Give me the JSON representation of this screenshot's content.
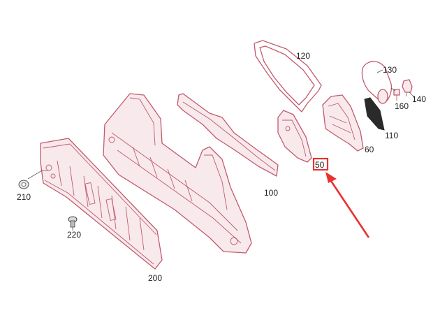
{
  "diagram": {
    "labels": {
      "p120": "120",
      "p130": "130",
      "p140": "140",
      "p160": "160",
      "p110": "110",
      "p60": "60",
      "p50": "50",
      "p100": "100",
      "p210": "210",
      "p220": "220",
      "p200": "200"
    },
    "highlighted_part": "50",
    "colors": {
      "part_line": "#c25a6e",
      "highlight": "#e8322f",
      "text": "#222222"
    }
  }
}
